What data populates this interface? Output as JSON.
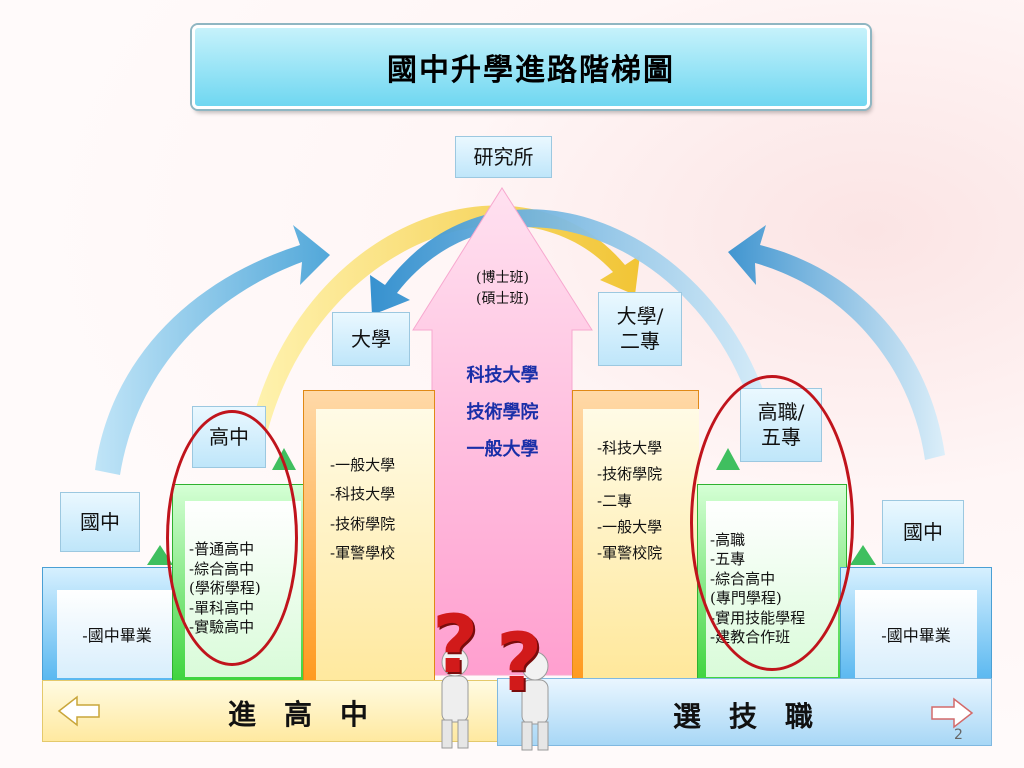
{
  "title": "國中升學進路階梯圖",
  "top": {
    "label": "研究所"
  },
  "center": {
    "arrow_top_lines": [
      "(博士班)",
      "(碩士班)"
    ],
    "arrow_main_lines": [
      "科技大學",
      "技術學院",
      "一般大學"
    ]
  },
  "left": {
    "university_label": "大學",
    "highschool_label": "高中",
    "junior_label": "國中",
    "junior_step": "-國中畢業",
    "highschool_items": [
      "-普通高中",
      "-綜合高中",
      "(學術學程)",
      "-單科高中",
      "-實驗高中"
    ],
    "university_items": [
      "-一般大學",
      "-科技大學",
      "-技術學院",
      "-軍警學校"
    ]
  },
  "right": {
    "university_label_line1": "大學/",
    "university_label_line2": "二專",
    "vocational_label_line1": "高職/",
    "vocational_label_line2": "五專",
    "junior_label": "國中",
    "junior_step": "-國中畢業",
    "vocational_items": [
      "-高職",
      "-五專",
      "-綜合高中",
      "(專門學程)",
      "-實用技能學程",
      "-建教合作班"
    ],
    "university_items": [
      "-科技大學",
      "-技術學院",
      "-二專",
      "-一般大學",
      "-軍警校院"
    ]
  },
  "bottom": {
    "left_label": "進高中",
    "right_label": "選技職"
  },
  "page_number": "2",
  "colors": {
    "title_bg": "#6fd7f1",
    "circle": "#c0141c",
    "pink_arrow": "#ffb3d9",
    "question_mark": "#d11a1a"
  }
}
